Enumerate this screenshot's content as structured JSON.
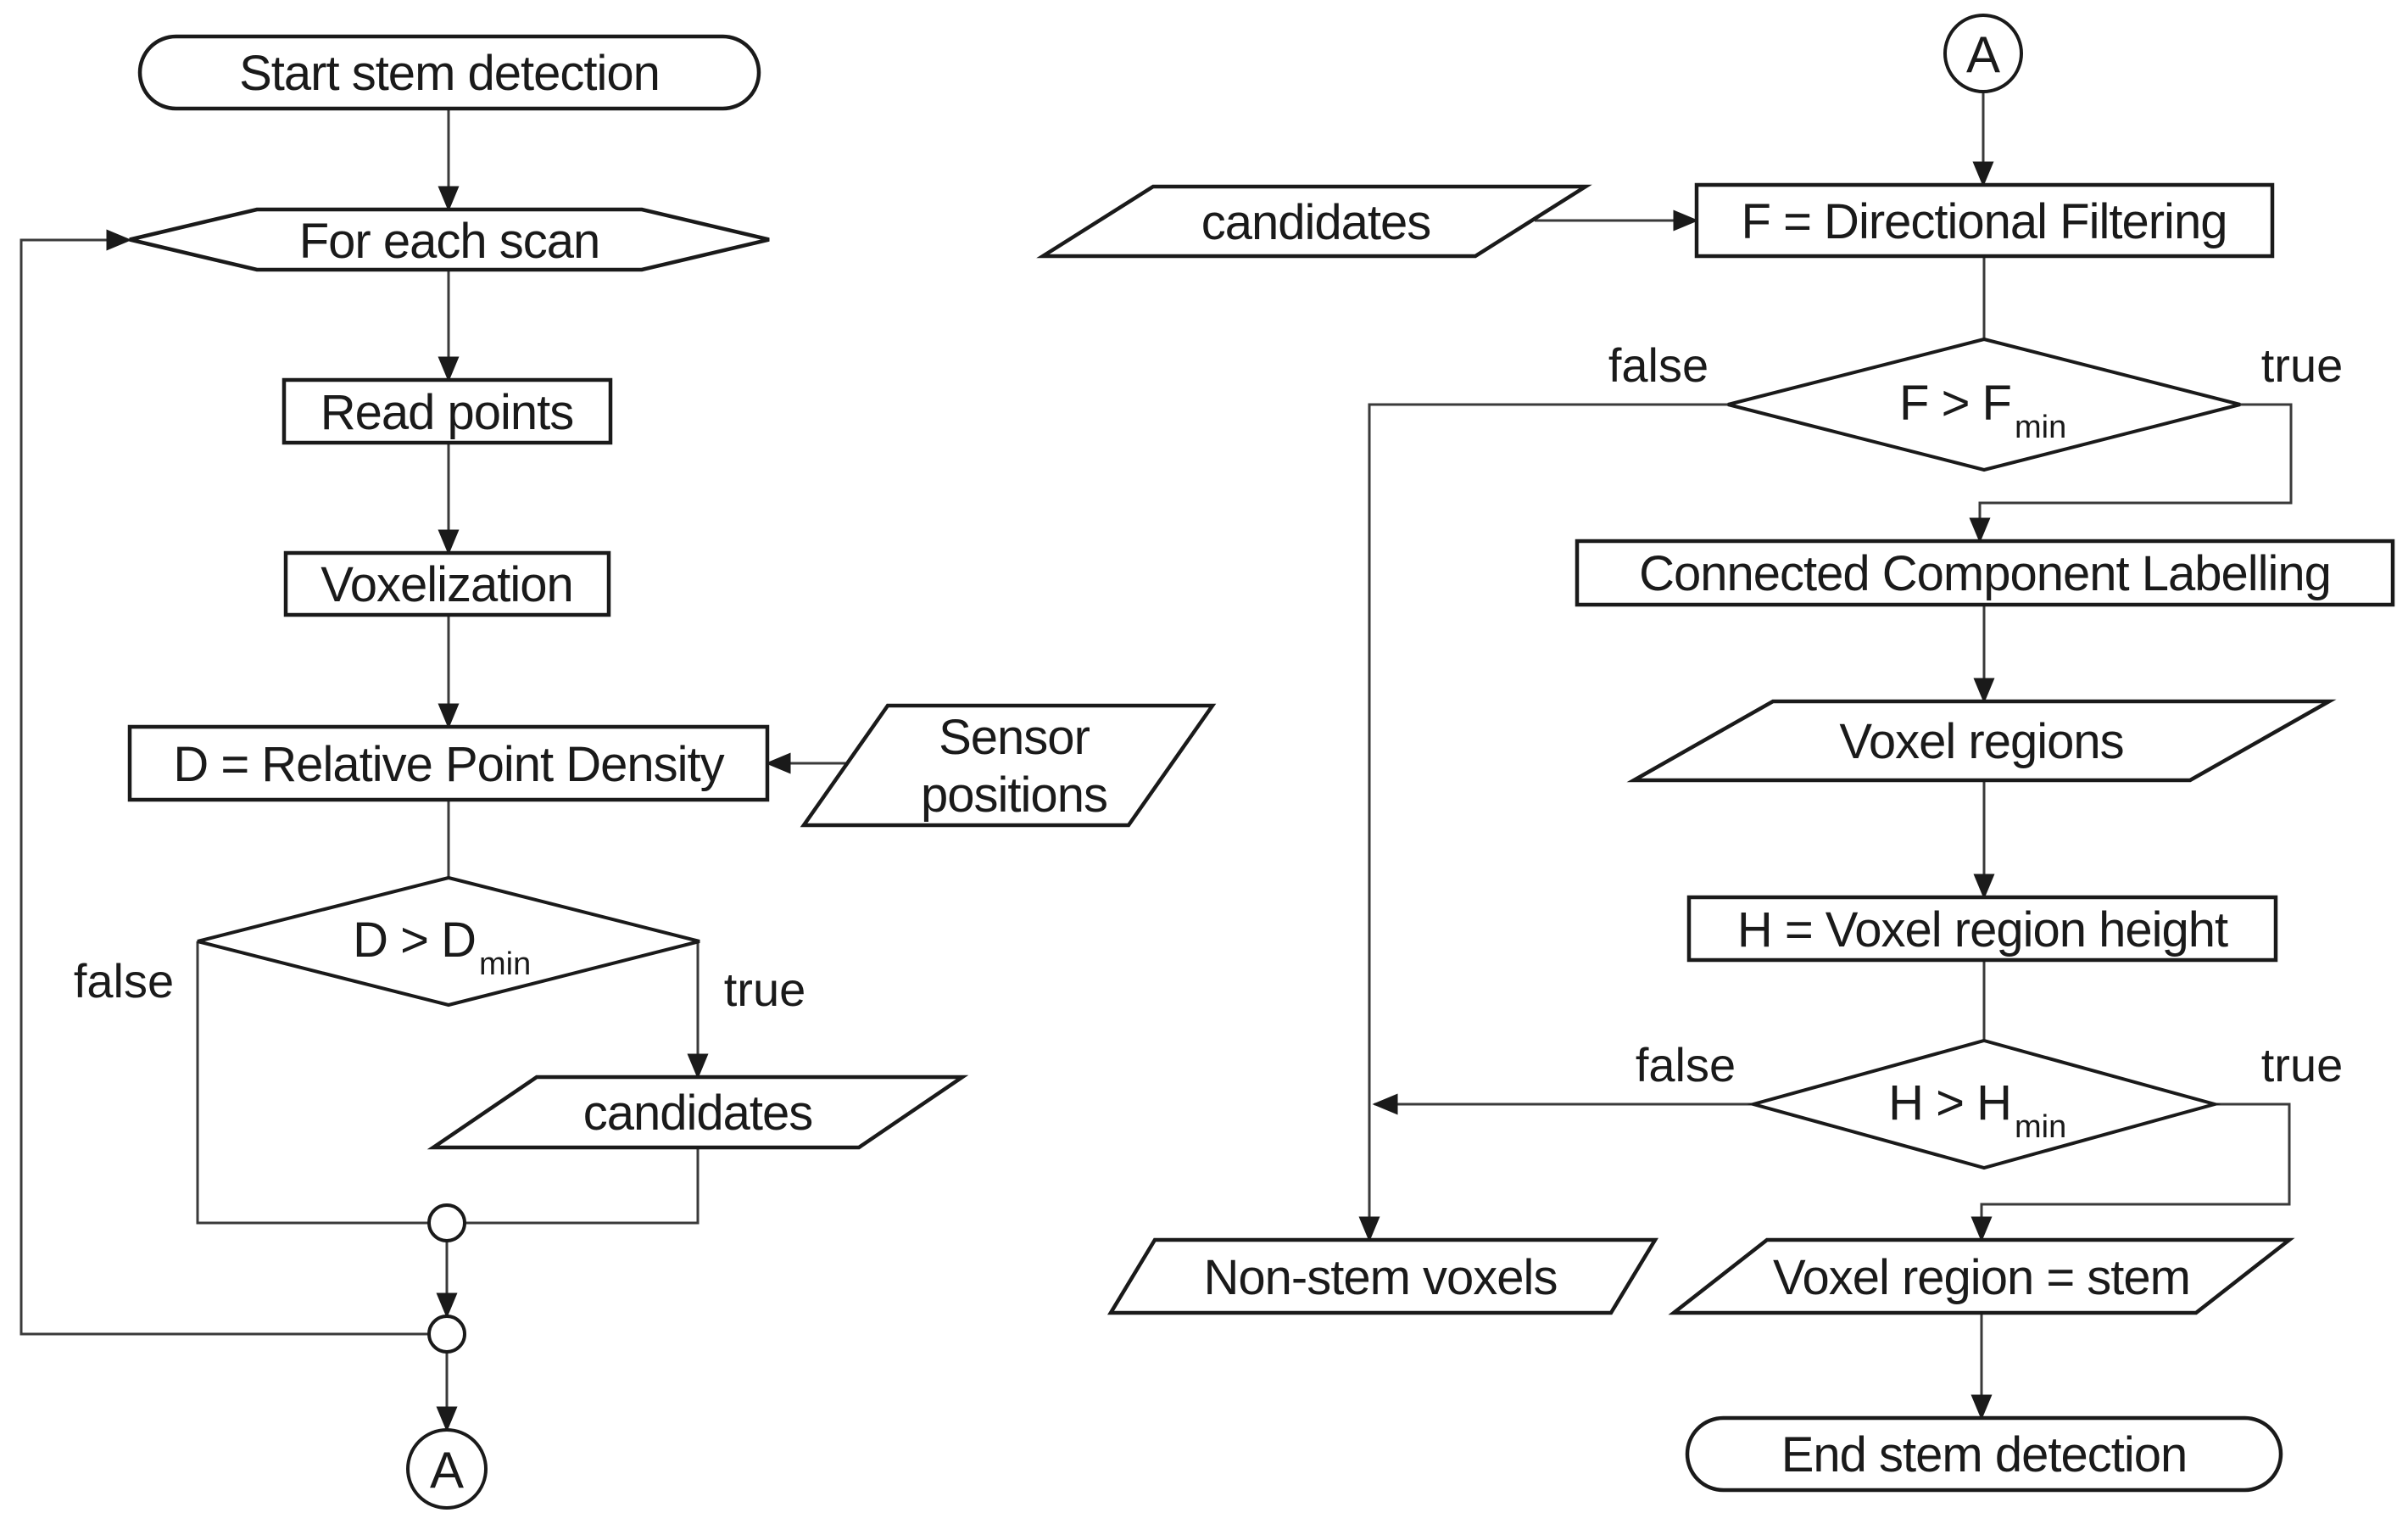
{
  "diagram": {
    "type": "flowchart",
    "background_color": "#ffffff",
    "stroke_color": "#1a1a1a",
    "nodes": {
      "start": {
        "label": "Start stem detection",
        "shape": "terminator"
      },
      "for_each_scan": {
        "label": "For each scan",
        "shape": "loop-hexagon"
      },
      "read_points": {
        "label": "Read points",
        "shape": "process"
      },
      "voxelization": {
        "label": "Voxelization",
        "shape": "process"
      },
      "density": {
        "label": "D = Relative Point Density",
        "shape": "process"
      },
      "sensor_positions": {
        "line1": "Sensor",
        "line2": "positions",
        "shape": "data-parallelogram"
      },
      "d_decision": {
        "label": "D > D",
        "subscript": "min",
        "shape": "decision"
      },
      "candidates_left": {
        "label": "candidates",
        "shape": "data-parallelogram"
      },
      "connector_a_left": {
        "label": "A",
        "shape": "connector-circle"
      },
      "connector_a_right": {
        "label": "A",
        "shape": "connector-circle"
      },
      "candidates_right": {
        "label": "candidates",
        "shape": "data-parallelogram"
      },
      "directional_filtering": {
        "label": "F = Directional Filtering",
        "shape": "process"
      },
      "f_decision": {
        "label": "F > F",
        "subscript": "min",
        "shape": "decision"
      },
      "connected_component_labelling": {
        "label": "Connected Component Labelling",
        "shape": "process"
      },
      "voxel_regions": {
        "label": "Voxel regions",
        "shape": "data-parallelogram"
      },
      "region_height": {
        "label": "H = Voxel region height",
        "shape": "process"
      },
      "h_decision": {
        "label": "H > H",
        "subscript": "min",
        "shape": "decision"
      },
      "non_stem_voxels": {
        "label": "Non-stem voxels",
        "shape": "data-parallelogram"
      },
      "voxel_region_stem": {
        "label": "Voxel region = stem",
        "shape": "data-parallelogram"
      },
      "end": {
        "label": "End stem detection",
        "shape": "terminator"
      }
    },
    "branch_labels": {
      "d_false": "false",
      "d_true": "true",
      "f_false": "false",
      "f_true": "true",
      "h_false": "false",
      "h_true": "true"
    }
  }
}
